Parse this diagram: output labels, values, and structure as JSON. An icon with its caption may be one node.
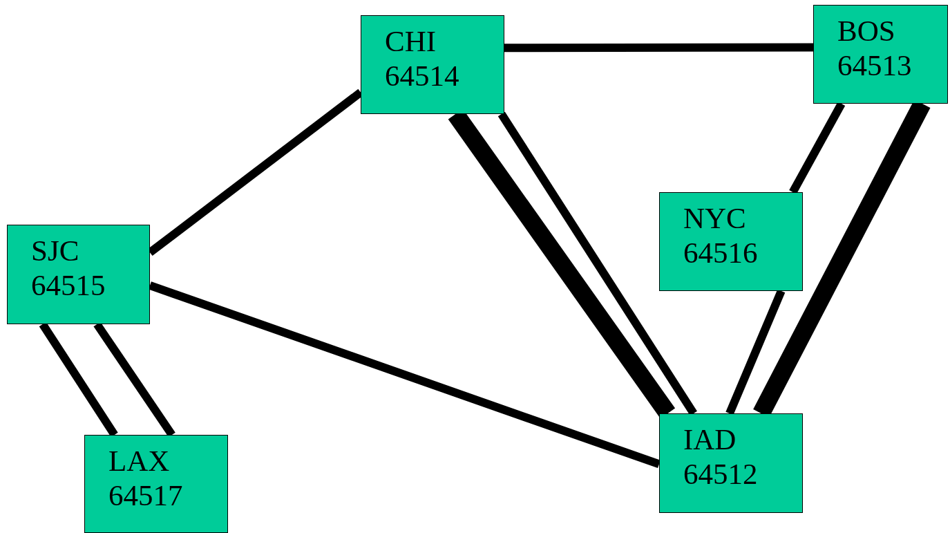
{
  "diagram": {
    "nodes": [
      {
        "text": [
          "CHI",
          "64514"
        ]
      },
      {
        "text": [
          "BOS",
          "64513"
        ]
      },
      {
        "text": [
          "SJC",
          "64515"
        ]
      },
      {
        "text": [
          "NYC",
          "64516"
        ]
      },
      {
        "text": [
          "IAD",
          "64512"
        ]
      },
      {
        "text": [
          "LAX",
          "64517"
        ]
      }
    ],
    "edges": [
      {
        "from": 0,
        "to": 1,
        "arrow": "none"
      },
      {
        "from": 0,
        "to": 2,
        "arrow": "none"
      },
      {
        "from": 0,
        "to": 4,
        "arrow": "none",
        "style": "thick"
      },
      {
        "from": 0,
        "to": 4,
        "arrow": "none"
      },
      {
        "from": 1,
        "to": 3,
        "arrow": "none"
      },
      {
        "from": 3,
        "to": 4,
        "arrow": "none"
      },
      {
        "from": 1,
        "to": 4,
        "arrow": "none",
        "style": "thick"
      },
      {
        "from": 2,
        "to": 4,
        "arrow": "none"
      },
      {
        "from": 2,
        "to": 5,
        "arrow": "none"
      },
      {
        "from": 2,
        "to": 5,
        "arrow": "none"
      }
    ]
  }
}
